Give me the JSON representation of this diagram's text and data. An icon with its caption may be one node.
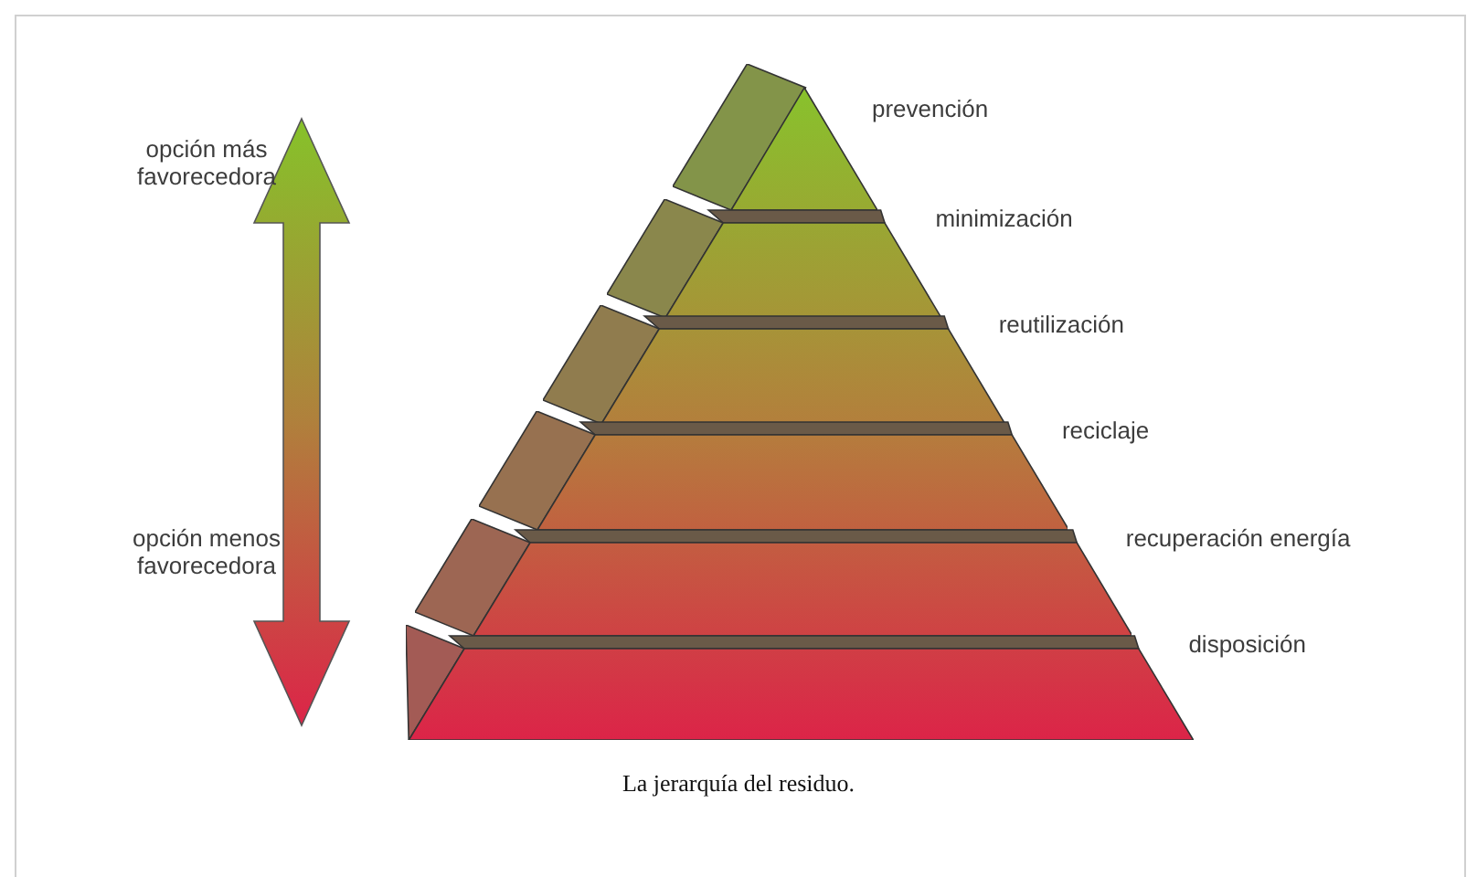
{
  "diagram": {
    "caption": "La jerarquía del residuo.",
    "nodes": [
      {
        "text": [],
        "shape": "triangle",
        "beside": [
          "prevención"
        ]
      },
      {
        "text": [],
        "shape": "trapezoid",
        "beside": [
          "minimización"
        ]
      },
      {
        "text": [],
        "shape": "trapezoid",
        "beside": [
          "reutilización"
        ]
      },
      {
        "text": [],
        "shape": "trapezoid",
        "beside": [
          "reciclaje"
        ]
      },
      {
        "text": [],
        "shape": "trapezoid",
        "beside": [
          "recuperación energía"
        ]
      },
      {
        "text": [],
        "shape": "trapezoid",
        "beside": [
          "disposición"
        ]
      }
    ],
    "labels": [
      "opción más favorecedora",
      "opción menos favorecedora"
    ]
  }
}
